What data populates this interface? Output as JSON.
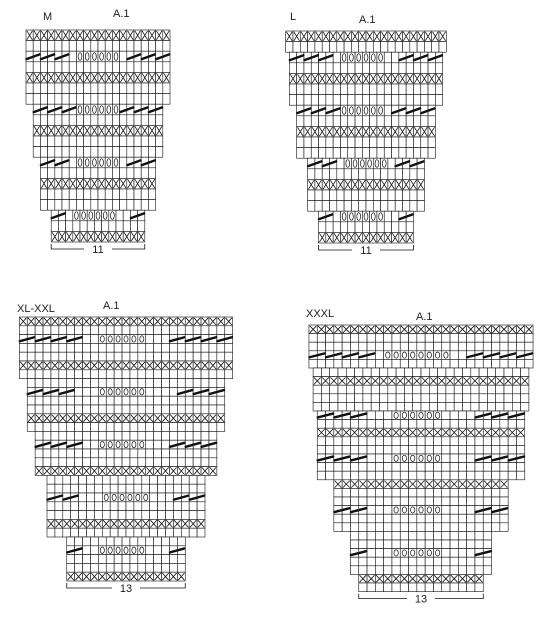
{
  "colors": {
    "grid": "#111111",
    "paper": "#ffffff",
    "ink": "#111111"
  },
  "symbols": {
    "cross": "cross-stitch-icon",
    "slash": "slash-decrease-icon",
    "oval": "oval-eyelet-icon",
    "blank": "plain-stitch"
  },
  "charts": [
    {
      "size_label": "M",
      "chart_label": "A.1",
      "width_label": "11",
      "rows": [
        {
          "cols": 20,
          "type": "cross"
        },
        {
          "cols": 20,
          "type": "blank"
        },
        {
          "cols": 20,
          "type": "pattern",
          "slashesL": 3,
          "slashesR": 3,
          "ovals": 6
        },
        {
          "cols": 20,
          "type": "blank"
        },
        {
          "cols": 20,
          "type": "cross"
        },
        {
          "cols": 20,
          "type": "blank"
        },
        {
          "cols": 20,
          "type": "blank"
        },
        {
          "cols": 18,
          "type": "pattern",
          "slashesL": 3,
          "slashesR": 3,
          "ovals": 6
        },
        {
          "cols": 18,
          "type": "blank"
        },
        {
          "cols": 18,
          "type": "cross"
        },
        {
          "cols": 18,
          "type": "blank"
        },
        {
          "cols": 18,
          "type": "blank"
        },
        {
          "cols": 16,
          "type": "pattern",
          "slashesL": 2,
          "slashesR": 2,
          "ovals": 6
        },
        {
          "cols": 16,
          "type": "blank"
        },
        {
          "cols": 16,
          "type": "cross"
        },
        {
          "cols": 16,
          "type": "blank"
        },
        {
          "cols": 16,
          "type": "blank"
        },
        {
          "cols": 13,
          "type": "pattern",
          "slashesL": 1,
          "slashesR": 1,
          "ovals": 6
        },
        {
          "cols": 13,
          "type": "blank"
        },
        {
          "cols": 13,
          "type": "cross"
        }
      ]
    },
    {
      "size_label": "L",
      "chart_label": "A.1",
      "width_label": "11",
      "rows": [
        {
          "cols": 22,
          "type": "cross"
        },
        {
          "cols": 22,
          "type": "blank"
        },
        {
          "cols": 21,
          "type": "pattern",
          "slashesL": 3,
          "slashesR": 3,
          "ovals": 6
        },
        {
          "cols": 21,
          "type": "blank"
        },
        {
          "cols": 21,
          "type": "cross"
        },
        {
          "cols": 21,
          "type": "blank"
        },
        {
          "cols": 21,
          "type": "blank"
        },
        {
          "cols": 19,
          "type": "pattern",
          "slashesL": 3,
          "slashesR": 3,
          "ovals": 6
        },
        {
          "cols": 19,
          "type": "blank"
        },
        {
          "cols": 19,
          "type": "cross"
        },
        {
          "cols": 19,
          "type": "blank"
        },
        {
          "cols": 19,
          "type": "blank"
        },
        {
          "cols": 16,
          "type": "pattern",
          "slashesL": 2,
          "slashesR": 2,
          "ovals": 6
        },
        {
          "cols": 16,
          "type": "blank"
        },
        {
          "cols": 16,
          "type": "cross"
        },
        {
          "cols": 16,
          "type": "blank"
        },
        {
          "cols": 16,
          "type": "blank"
        },
        {
          "cols": 13,
          "type": "pattern",
          "slashesL": 1,
          "slashesR": 1,
          "ovals": 6
        },
        {
          "cols": 13,
          "type": "blank"
        },
        {
          "cols": 13,
          "type": "cross"
        }
      ]
    },
    {
      "size_label": "XL-XXL",
      "chart_label": "A.1",
      "width_label": "13",
      "rows": [
        {
          "cols": 27,
          "type": "cross"
        },
        {
          "cols": 27,
          "type": "blank"
        },
        {
          "cols": 27,
          "type": "pattern",
          "slashesL": 4,
          "slashesR": 4,
          "ovals": 6
        },
        {
          "cols": 27,
          "type": "blank"
        },
        {
          "cols": 27,
          "type": "blank"
        },
        {
          "cols": 27,
          "type": "cross"
        },
        {
          "cols": 27,
          "type": "blank"
        },
        {
          "cols": 25,
          "type": "blank"
        },
        {
          "cols": 25,
          "type": "pattern",
          "slashesL": 3,
          "slashesR": 3,
          "ovals": 6
        },
        {
          "cols": 25,
          "type": "blank"
        },
        {
          "cols": 25,
          "type": "blank"
        },
        {
          "cols": 25,
          "type": "cross"
        },
        {
          "cols": 25,
          "type": "blank"
        },
        {
          "cols": 23,
          "type": "blank"
        },
        {
          "cols": 23,
          "type": "pattern",
          "slashesL": 3,
          "slashesR": 3,
          "ovals": 6
        },
        {
          "cols": 23,
          "type": "blank"
        },
        {
          "cols": 23,
          "type": "blank"
        },
        {
          "cols": 23,
          "type": "cross"
        },
        {
          "cols": 20,
          "type": "blank"
        },
        {
          "cols": 20,
          "type": "blank"
        },
        {
          "cols": 20,
          "type": "pattern",
          "slashesL": 2,
          "slashesR": 2,
          "ovals": 6
        },
        {
          "cols": 20,
          "type": "blank"
        },
        {
          "cols": 20,
          "type": "blank"
        },
        {
          "cols": 20,
          "type": "cross"
        },
        {
          "cols": 20,
          "type": "blank"
        },
        {
          "cols": 15,
          "type": "blank"
        },
        {
          "cols": 15,
          "type": "pattern",
          "slashesL": 1,
          "slashesR": 1,
          "ovals": 6
        },
        {
          "cols": 15,
          "type": "blank"
        },
        {
          "cols": 15,
          "type": "blank"
        },
        {
          "cols": 15,
          "type": "cross"
        }
      ]
    },
    {
      "size_label": "XXXL",
      "chart_label": "A.1",
      "width_label": "13",
      "rows": [
        {
          "cols": 27,
          "type": "cross"
        },
        {
          "cols": 27,
          "type": "blank"
        },
        {
          "cols": 27,
          "type": "blank"
        },
        {
          "cols": 27,
          "type": "pattern",
          "slashesL": 4,
          "slashesR": 4,
          "ovals": 8
        },
        {
          "cols": 27,
          "type": "blank"
        },
        {
          "cols": 26,
          "type": "blank"
        },
        {
          "cols": 26,
          "type": "cross"
        },
        {
          "cols": 26,
          "type": "blank"
        },
        {
          "cols": 26,
          "type": "blank"
        },
        {
          "cols": 26,
          "type": "blank"
        },
        {
          "cols": 25,
          "type": "pattern",
          "slashesL": 3,
          "slashesR": 3,
          "ovals": 6
        },
        {
          "cols": 25,
          "type": "blank"
        },
        {
          "cols": 25,
          "type": "cross"
        },
        {
          "cols": 25,
          "type": "blank"
        },
        {
          "cols": 25,
          "type": "blank"
        },
        {
          "cols": 25,
          "type": "pattern",
          "slashesL": 3,
          "slashesR": 3,
          "ovals": 6
        },
        {
          "cols": 25,
          "type": "blank"
        },
        {
          "cols": 25,
          "type": "blank"
        },
        {
          "cols": 21,
          "type": "cross"
        },
        {
          "cols": 21,
          "type": "blank"
        },
        {
          "cols": 21,
          "type": "blank"
        },
        {
          "cols": 21,
          "type": "pattern",
          "slashesL": 2,
          "slashesR": 2,
          "ovals": 6
        },
        {
          "cols": 21,
          "type": "blank"
        },
        {
          "cols": 21,
          "type": "blank"
        },
        {
          "cols": 17,
          "type": "blank"
        },
        {
          "cols": 17,
          "type": "blank"
        },
        {
          "cols": 17,
          "type": "pattern",
          "slashesL": 1,
          "slashesR": 1,
          "ovals": 6
        },
        {
          "cols": 17,
          "type": "blank"
        },
        {
          "cols": 17,
          "type": "blank"
        },
        {
          "cols": 15,
          "type": "cross"
        },
        {
          "cols": 15,
          "type": "blank"
        }
      ]
    }
  ]
}
